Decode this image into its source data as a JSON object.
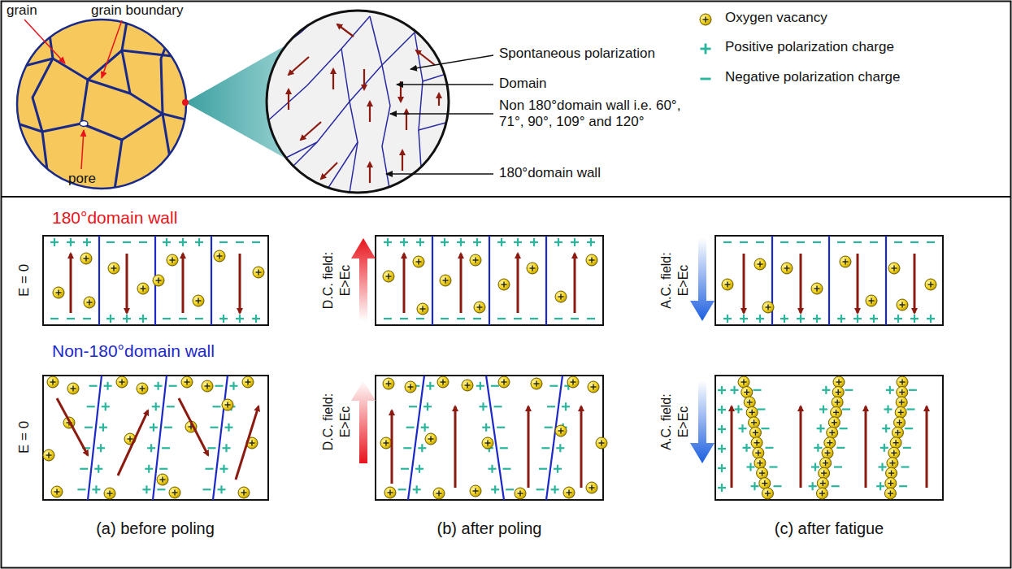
{
  "diagram": {
    "labels": [
      "grain",
      "grain boundary",
      "pore",
      "Spontaneous polarization",
      "Domain",
      "Non 180°domain wall i.e. 60°, 71°, 90°, 109° and 120°",
      "180°domain wall",
      "180°domain wall",
      "E = 0",
      "D.C. field:",
      "E>Ec",
      "A.C. field:",
      "E>Ec",
      "Non-180°domain wall",
      "E = 0",
      "D.C. field:",
      "E>Ec",
      "A.C. field:",
      "E>Ec",
      "(a) before poling",
      "(b) after poling",
      "(c) after fatigue"
    ],
    "legend": [
      {
        "text": "Oxygen vacancy"
      },
      {
        "text": "Positive polarization charge"
      },
      {
        "text": "Negative polarization charge"
      }
    ]
  }
}
